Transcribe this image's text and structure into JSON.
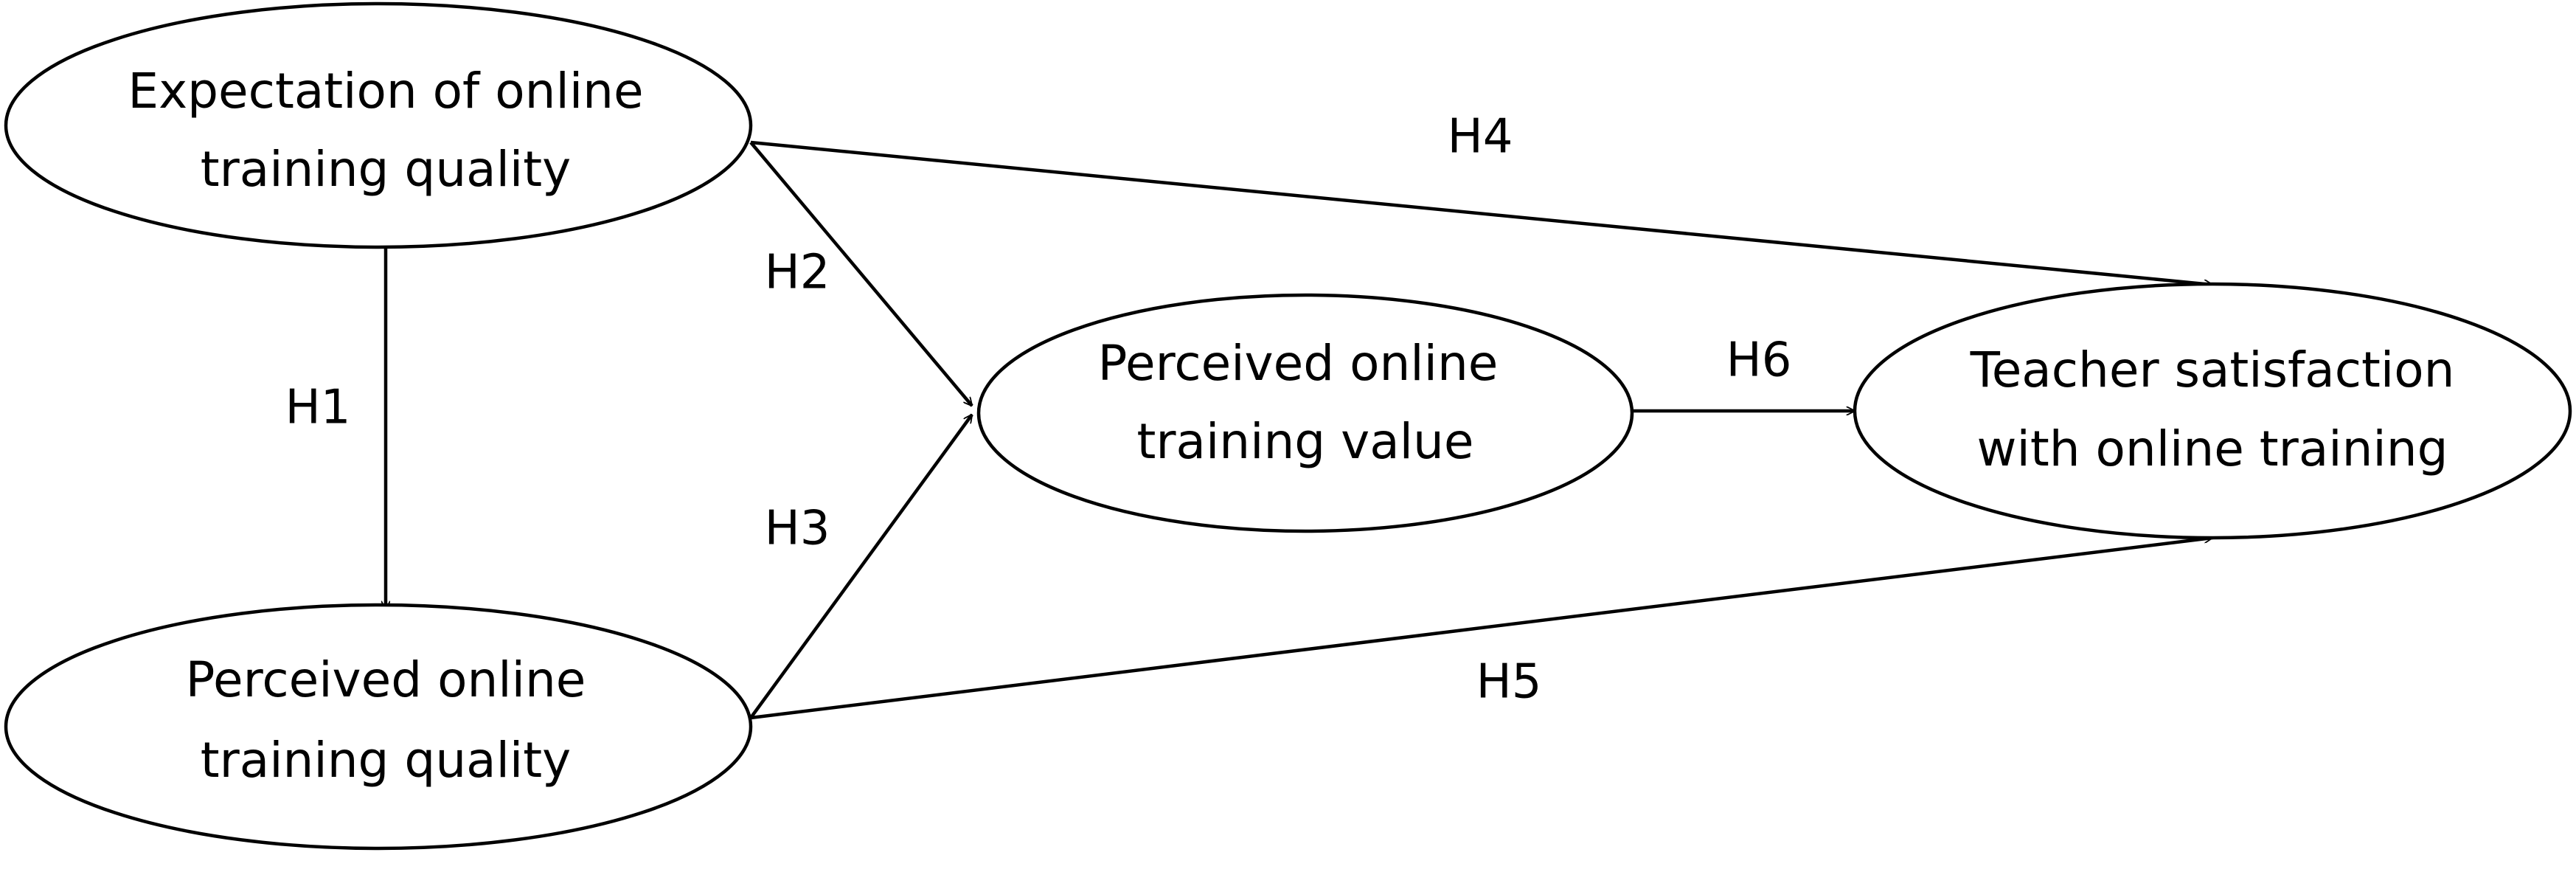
{
  "diagram": {
    "nodes": {
      "expectation": {
        "lines": [
          "Expectation of online",
          "training quality"
        ]
      },
      "perceived_quality": {
        "lines": [
          "Perceived online",
          "training quality"
        ]
      },
      "perceived_value": {
        "lines": [
          "Perceived online",
          "training value"
        ]
      },
      "satisfaction": {
        "lines": [
          "Teacher satisfaction",
          "with online training"
        ]
      }
    },
    "edges": {
      "h1": {
        "label": "H1",
        "from": "expectation",
        "to": "perceived_quality"
      },
      "h2": {
        "label": "H2",
        "from": "expectation",
        "to": "perceived_value"
      },
      "h3": {
        "label": "H3",
        "from": "perceived_quality",
        "to": "perceived_value"
      },
      "h4": {
        "label": "H4",
        "from": "expectation",
        "to": "satisfaction"
      },
      "h5": {
        "label": "H5",
        "from": "perceived_quality",
        "to": "satisfaction"
      },
      "h6": {
        "label": "H6",
        "from": "perceived_value",
        "to": "satisfaction"
      }
    },
    "colors": {
      "stroke": "#000000",
      "fill": "#ffffff",
      "text": "#000000"
    }
  }
}
